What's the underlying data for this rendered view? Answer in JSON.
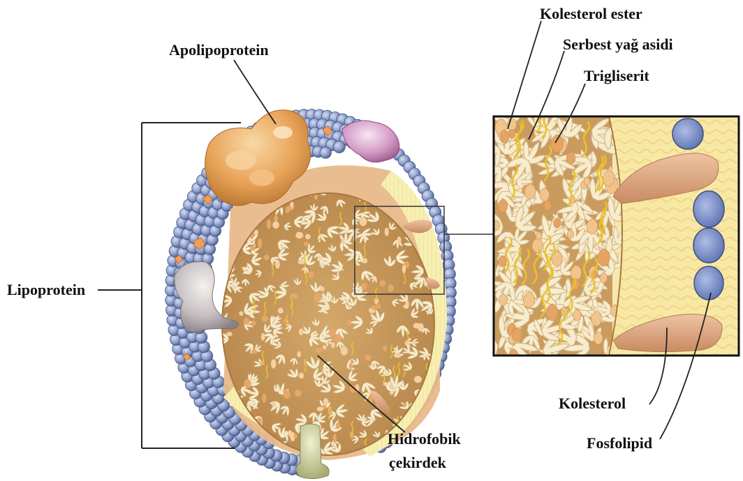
{
  "labels": {
    "apolipoprotein": "Apolipoprotein",
    "lipoprotein": "Lipoprotein",
    "hydrophobic_line1": "Hidrofobik",
    "hydrophobic_line2": "çekirdek",
    "cholesterol_ester": "Kolesterol ester",
    "free_fatty_acid": "Serbest yağ asidi",
    "triglyceride": "Trigliserit",
    "cholesterol": "Kolesterol",
    "phospholipid": "Fosfolipid"
  },
  "colors": {
    "phospholipid_head": "#7d8fbd",
    "phospholipid_head_light": "#c9d3ee",
    "inner_shell": "#e8b98a",
    "core_base": "#c89a5c",
    "core_hand": "#f7eccd",
    "core_drop": "#e6a86a",
    "fatty_acid": "#f1d23a",
    "tail_band": "#f7efb2",
    "apolipoprotein": "#e8a258",
    "apolipoprotein_pink": "#c87fb8",
    "apolipoprotein_gray": "#c5bfc2",
    "apolipoprotein_green": "#c9cc9b",
    "cholesterol": "#e2ad84",
    "zoom_bg": "#f6e7b0",
    "line": "#222222"
  }
}
